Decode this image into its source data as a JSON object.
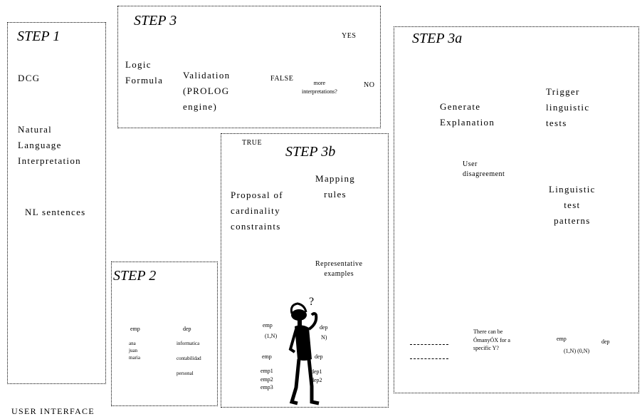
{
  "step1": {
    "title": "STEP 1",
    "dcg": "DCG",
    "nli": "Natural\nLanguage\nInterpretation",
    "nls": "NL sentences"
  },
  "step3": {
    "title": "STEP 3",
    "yes": "YES",
    "logic": "Logic\nFormula",
    "validation": "Validation\n(PROLOG\nengine)",
    "false": "FALSE",
    "more": "more\ninterpretations?",
    "no": "NO"
  },
  "step3b": {
    "true": "TRUE",
    "title": "STEP 3b",
    "mapping": "Mapping\nrules",
    "proposal": "Proposal of\ncardinality\nconstraints",
    "representative": "Representative\nexamples",
    "emp_top": "emp",
    "card_top": "(1,N)",
    "dep_top": "dep",
    "n_top": "N)",
    "emp_mid": "emp",
    "dep_mid": "dep",
    "emp_list": "emp1\nemp2\nemp3",
    "dep_list": "dep1\ndep2"
  },
  "step3a": {
    "title": "STEP 3a",
    "generate": "Generate\nExplanation",
    "trigger": "Trigger\nlinguistic\ntests",
    "user_dis": "User\ndisagreement",
    "ling_test": "Linguistic\ntest\npatterns",
    "there_can_be": "There can be\nÓmanyÓX  for a\nspecific Y?",
    "emp": "emp",
    "dep": "dep",
    "cards": "(1,N)  (0,N)"
  },
  "step2": {
    "title": "STEP 2",
    "emp": "emp",
    "dep": "dep",
    "names": "ana\njuan\nmaria",
    "depts": "informatica\n\ncontabilidad\n\npersonal"
  },
  "footer": {
    "user_interface": "USER INTERFACE"
  }
}
